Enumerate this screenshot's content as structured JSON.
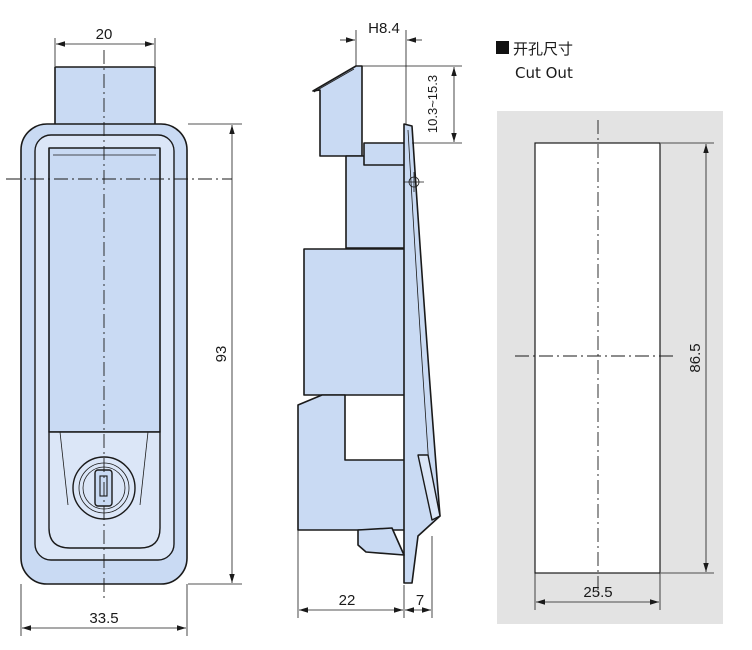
{
  "front_view": {
    "width_top": "20",
    "width_bottom": "33.5",
    "height": "93"
  },
  "side_view": {
    "hook_height": "H8.4",
    "hook_range": "10.3~15.3",
    "depth": "22",
    "flange": "7"
  },
  "cutout": {
    "title_zh": "开孔尺寸",
    "title_en": "Cut Out",
    "width": "25.5",
    "height": "86.5"
  },
  "colors": {
    "part_fill": "#c9daf3",
    "panel_fill": "#e3e3e3",
    "outline": "#1a1a1a"
  }
}
